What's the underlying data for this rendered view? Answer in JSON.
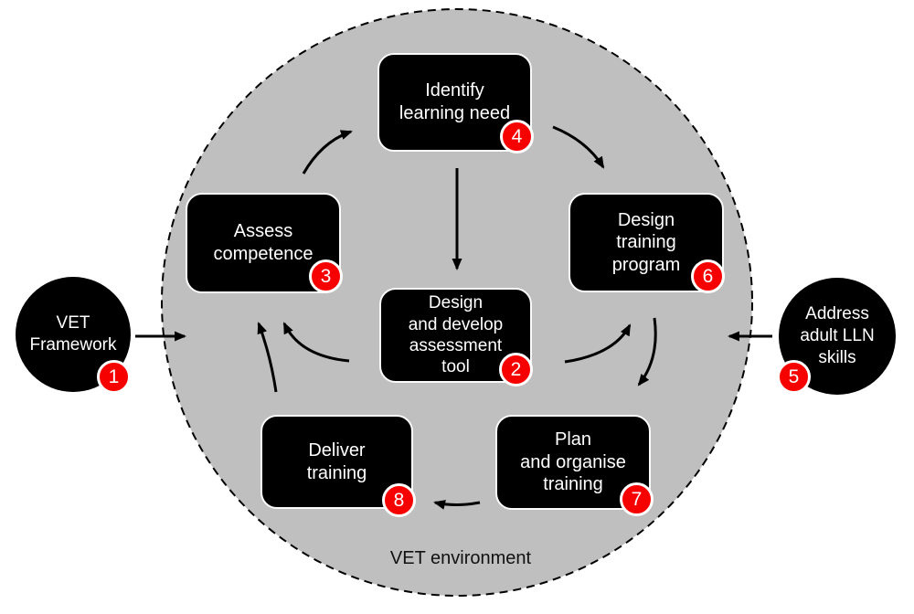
{
  "diagram": {
    "environment_label": "VET environment",
    "nodes": [
      {
        "label": "Identify\nlearning need",
        "badge": "4"
      },
      {
        "label": "Assess\ncompetence",
        "badge": "3"
      },
      {
        "label": "Design\ntraining\nprogram",
        "badge": "6"
      },
      {
        "label": "Design\nand develop\nassessment\ntool",
        "badge": "2"
      },
      {
        "label": "Plan\nand organise\ntraining",
        "badge": "7"
      },
      {
        "label": "Deliver\ntraining",
        "badge": "8"
      }
    ],
    "external_nodes": [
      {
        "label": "VET\nFramework",
        "badge": "1"
      },
      {
        "label": "Address\nadult LLN\nskills",
        "badge": "5"
      }
    ],
    "colors": {
      "environment_fill": "#bfbfbf",
      "environment_stroke": "#000000",
      "node_fill": "#000000",
      "node_text": "#ffffff",
      "badge_fill": "#f60000",
      "badge_border": "#ffffff",
      "arrow": "#000000"
    }
  }
}
